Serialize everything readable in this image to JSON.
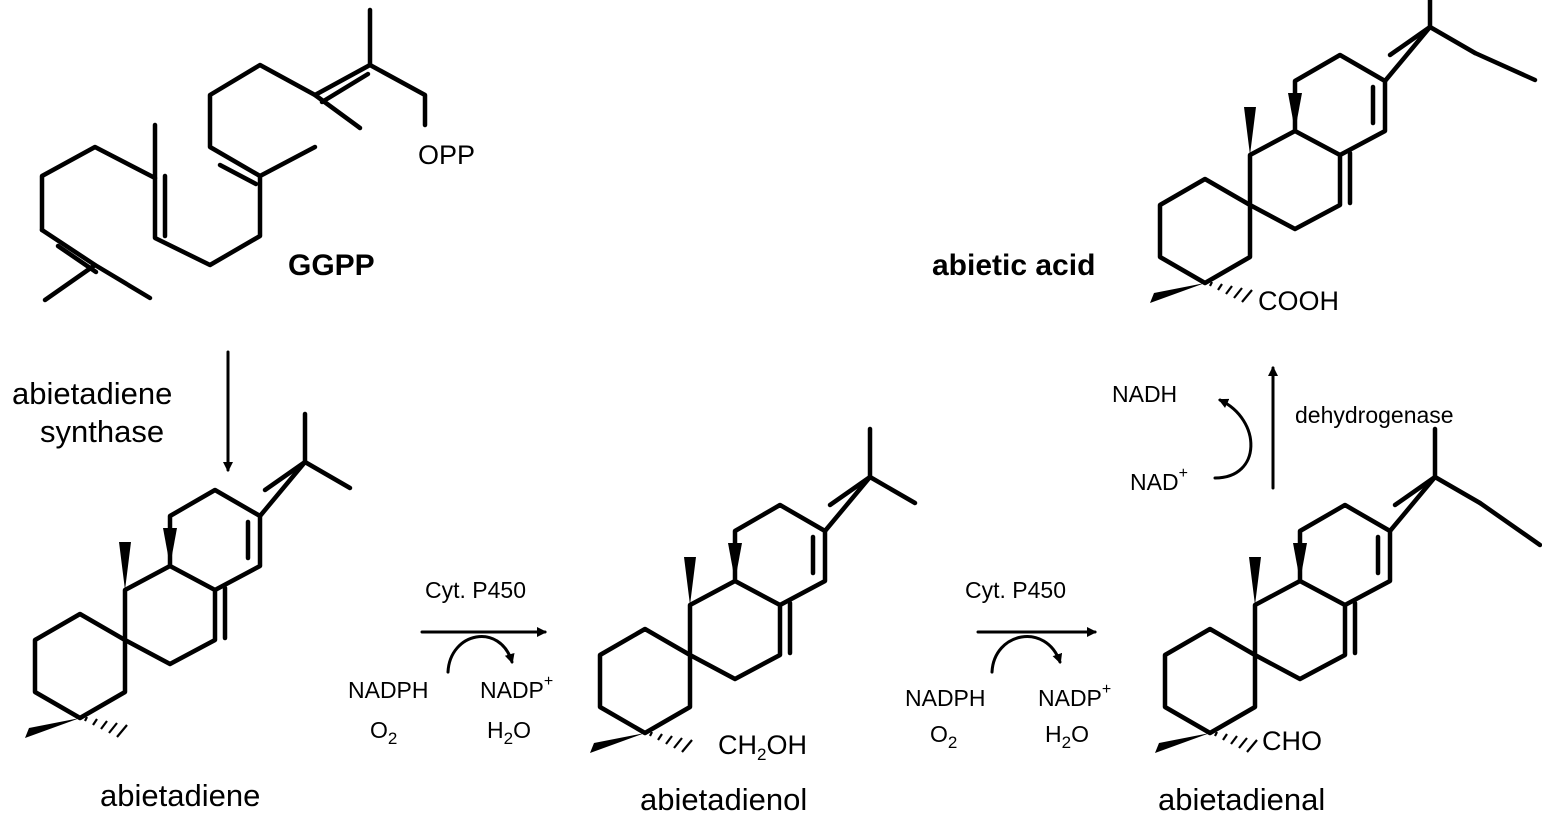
{
  "compounds": {
    "ggpp": "GGPP",
    "ggpp_group": "OPP",
    "abietadiene": "abietadiene",
    "abietadienol": "abietadienol",
    "abietadienal": "abietadienal",
    "abietic_acid": "abietic acid",
    "alcohol_group": {
      "main": "CH",
      "sub": "2",
      "tail": "OH"
    },
    "aldehyde_group": "CHO",
    "acid_group": "COOH"
  },
  "enzymes": {
    "synthase_line1": "abietadiene",
    "synthase_line2": "synthase",
    "p450_step1": "Cyt. P450",
    "p450_step2": "Cyt. P450",
    "dehydrogenase": "dehydrogenase"
  },
  "cofactors": {
    "nadph": "NADPH",
    "o2": {
      "main": "O",
      "sub": "2"
    },
    "nadp": "NADP",
    "nadp_charge": "+",
    "h2o": {
      "main": "H",
      "sub": "2",
      "tail": "O"
    },
    "nadh": "NADH",
    "nad": "NAD",
    "nad_charge": "+"
  }
}
